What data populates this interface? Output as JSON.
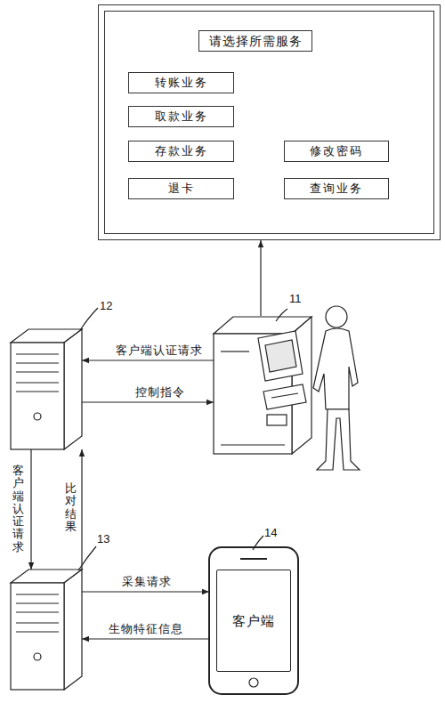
{
  "diagram": {
    "nodes": [
      {
        "text": []
      },
      {
        "text": [
          "请选择所需服务"
        ],
        "in": 0
      },
      {
        "text": [
          "转账业务"
        ],
        "in": 0
      },
      {
        "text": [
          "取款业务"
        ],
        "in": 0
      },
      {
        "text": [
          "存款业务"
        ],
        "in": 0
      },
      {
        "text": [
          "修改密码"
        ],
        "in": 0
      },
      {
        "text": [
          "退卡"
        ],
        "in": 0
      },
      {
        "text": [
          "查询业务"
        ],
        "in": 0
      },
      {
        "text": [
          "12"
        ]
      },
      {
        "text": [
          "11"
        ]
      },
      {
        "text": [
          "13"
        ]
      },
      {
        "text": [
          "14"
        ]
      },
      {
        "text": [
          "客户端"
        ],
        "in": 11
      }
    ],
    "edges": [
      {
        "from": 9,
        "to": 0,
        "arrow": "to"
      },
      {
        "from": 9,
        "to": 8,
        "label": "客户端认证请求",
        "arrow": "to"
      },
      {
        "from": 8,
        "to": 9,
        "label": "控制指令",
        "arrow": "to"
      },
      {
        "from": 8,
        "to": 10,
        "label": "客户端认证请求",
        "arrow": "to"
      },
      {
        "from": 10,
        "to": 8,
        "label": "比对结果",
        "arrow": "to"
      },
      {
        "from": 10,
        "to": 11,
        "label": "采集请求",
        "arrow": "to"
      },
      {
        "from": 11,
        "to": 10,
        "label": "生物特征信息",
        "arrow": "to"
      }
    ]
  }
}
